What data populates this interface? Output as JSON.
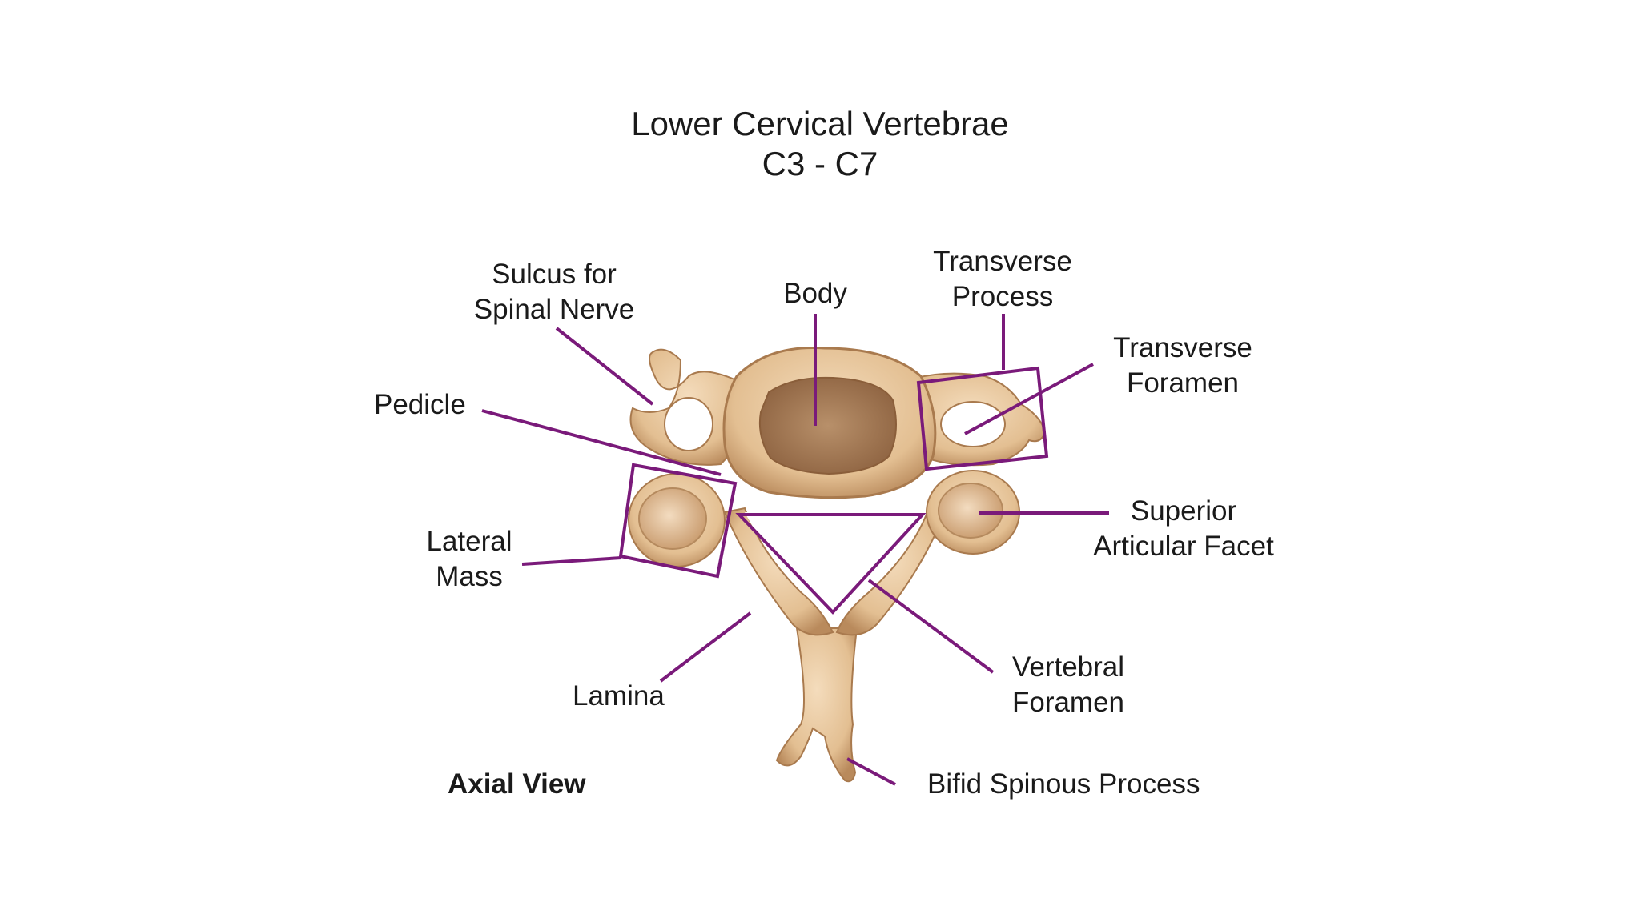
{
  "title": {
    "line1": "Lower Cervical Vertebrae",
    "line2": "C3 - C7"
  },
  "labels": {
    "sulcus_line1": "Sulcus for",
    "sulcus_line2": "Spinal Nerve",
    "body": "Body",
    "transverse_process_line1": "Transverse",
    "transverse_process_line2": "Process",
    "transverse_foramen_line1": "Transverse",
    "transverse_foramen_line2": "Foramen",
    "pedicle": "Pedicle",
    "lateral_mass_line1": "Lateral",
    "lateral_mass_line2": "Mass",
    "superior_facet_line1": "Superior",
    "superior_facet_line2": "Articular Facet",
    "lamina": "Lamina",
    "vertebral_foramen_line1": "Vertebral",
    "vertebral_foramen_line2": "Foramen",
    "bifid_spinous_process": "Bifid Spinous Process",
    "view": "Axial View"
  },
  "colors": {
    "annotation": "#7a1a7a",
    "bone": "#e8c9a0",
    "bone_shadow": "#b98a5c",
    "cancellous": "#a57a55"
  }
}
